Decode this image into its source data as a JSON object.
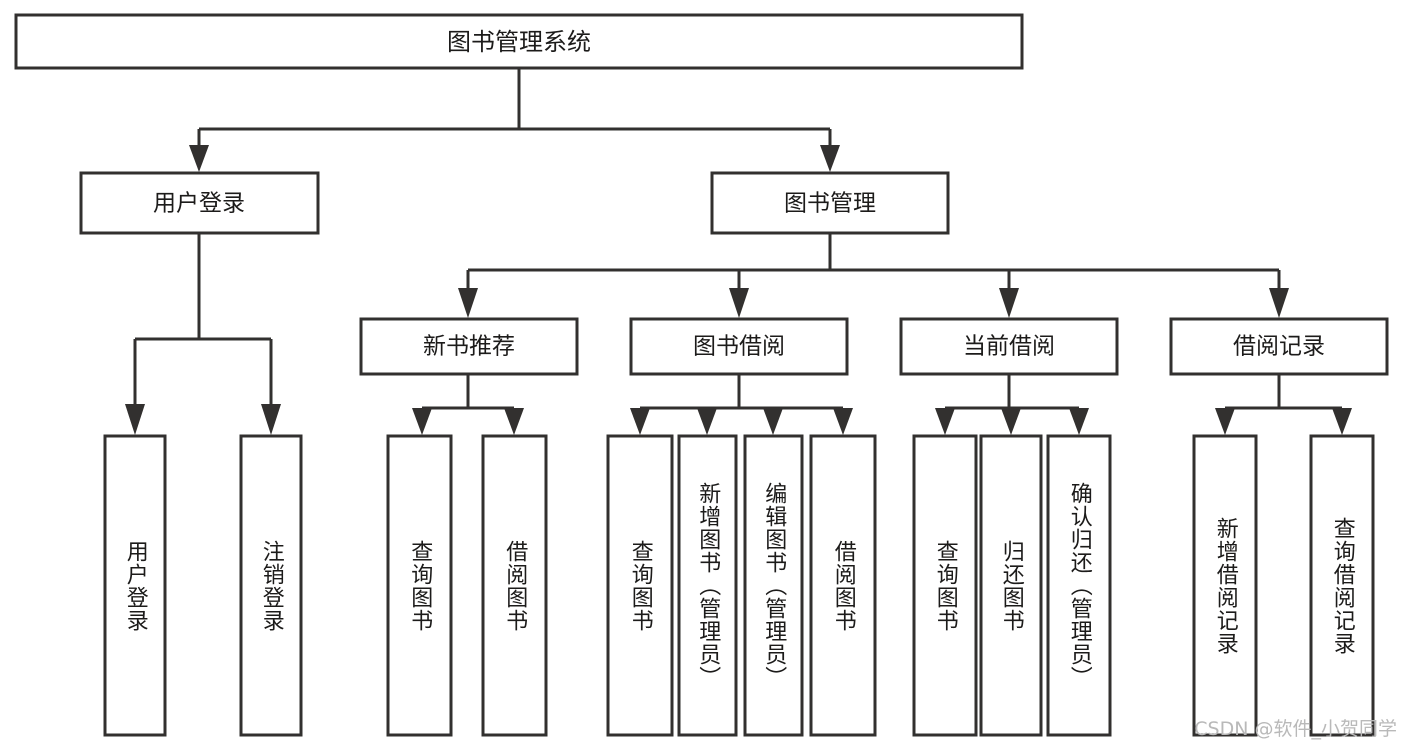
{
  "diagram": {
    "type": "tree-hierarchy",
    "title": "图书管理系统",
    "root": {
      "id": "root",
      "label": "图书管理系统"
    },
    "level2": [
      {
        "id": "user-login",
        "label": "用户登录"
      },
      {
        "id": "book-management",
        "label": "图书管理"
      }
    ],
    "level3": [
      {
        "id": "new-book-recommend",
        "label": "新书推荐",
        "parent": "book-management"
      },
      {
        "id": "book-borrow",
        "label": "图书借阅",
        "parent": "book-management"
      },
      {
        "id": "current-borrow",
        "label": "当前借阅",
        "parent": "book-management"
      },
      {
        "id": "borrow-record",
        "label": "借阅记录",
        "parent": "book-management"
      }
    ],
    "leaves": [
      {
        "id": "leaf-user-login",
        "label": "用户登录",
        "parent": "user-login"
      },
      {
        "id": "leaf-logout-login",
        "label": "注销登录",
        "parent": "user-login"
      },
      {
        "id": "leaf-query-book-1",
        "label": "查询图书",
        "parent": "new-book-recommend"
      },
      {
        "id": "leaf-borrow-book-1",
        "label": "借阅图书",
        "parent": "new-book-recommend"
      },
      {
        "id": "leaf-query-book-2",
        "label": "查询图书",
        "parent": "book-borrow"
      },
      {
        "id": "leaf-add-book",
        "label": "新增图书（管理员）",
        "parent": "book-borrow"
      },
      {
        "id": "leaf-edit-book",
        "label": "编辑图书（管理员）",
        "parent": "book-borrow"
      },
      {
        "id": "leaf-borrow-book-2",
        "label": "借阅图书",
        "parent": "book-borrow"
      },
      {
        "id": "leaf-query-book-3",
        "label": "查询图书",
        "parent": "current-borrow"
      },
      {
        "id": "leaf-return-book",
        "label": "归还图书",
        "parent": "current-borrow"
      },
      {
        "id": "leaf-confirm-return",
        "label": "确认归还（管理员）",
        "parent": "current-borrow"
      },
      {
        "id": "leaf-add-record",
        "label": "新增借阅记录",
        "parent": "borrow-record"
      },
      {
        "id": "leaf-query-record",
        "label": "查询借阅记录",
        "parent": "borrow-record"
      }
    ],
    "colors": {
      "box_fill": "#ffffff",
      "box_stroke": "#32302f",
      "connector": "#32302f",
      "text": "#1c1b1a",
      "background": "#ffffff",
      "watermark": "#b9b9b9"
    }
  },
  "watermark": {
    "text": "CSDN @软件_小贺同学"
  }
}
